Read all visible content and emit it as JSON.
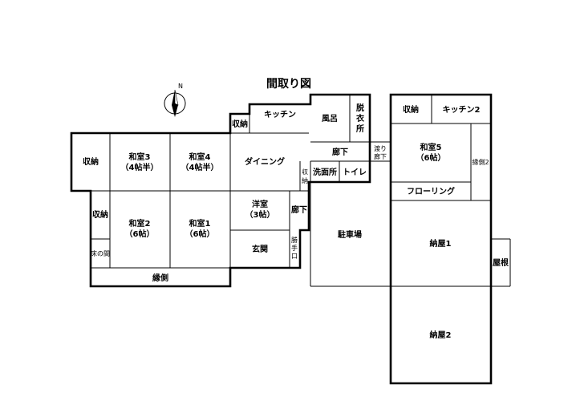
{
  "title": "間取り図",
  "compass": {
    "north_label": "N",
    "icon": "compass-north-icon"
  },
  "rooms": {
    "storage_left": "収納",
    "washitsu3": "和室3",
    "washitsu3_size": "（4帖半）",
    "washitsu4": "和室4",
    "washitsu4_size": "（4帖半）",
    "storage_top": "収納",
    "kitchen": "キッチン",
    "dining": "ダイニング",
    "bath": "風呂",
    "dressing_1": "脱",
    "dressing_2": "衣",
    "dressing_3": "所",
    "corridor_upper": "廊下",
    "storage_small_1": "収",
    "storage_small_2": "納",
    "washroom": "洗面所",
    "toilet": "トイレ",
    "watari_1": "渡り",
    "watari_2": "廊下",
    "storage_mid": "収納",
    "tokonoma": "床の間",
    "washitsu2": "和室2",
    "washitsu2_size": "（6帖）",
    "washitsu1": "和室1",
    "washitsu1_size": "（6帖）",
    "youshitsu": "洋室",
    "youshitsu_size": "（3帖）",
    "corridor_side": "廊下",
    "genkan": "玄関",
    "katteguchi_1": "勝",
    "katteguchi_2": "手",
    "katteguchi_3": "口",
    "engawa": "縁側",
    "parking": "駐車場",
    "storage_right": "収納",
    "kitchen2": "キッチン2",
    "washitsu5": "和室5",
    "washitsu5_size": "（6帖）",
    "engawa2": "縁側2",
    "flooring": "フローリング",
    "nandoya1": "納屋1",
    "yane": "屋根",
    "nandoya2": "納屋2"
  }
}
